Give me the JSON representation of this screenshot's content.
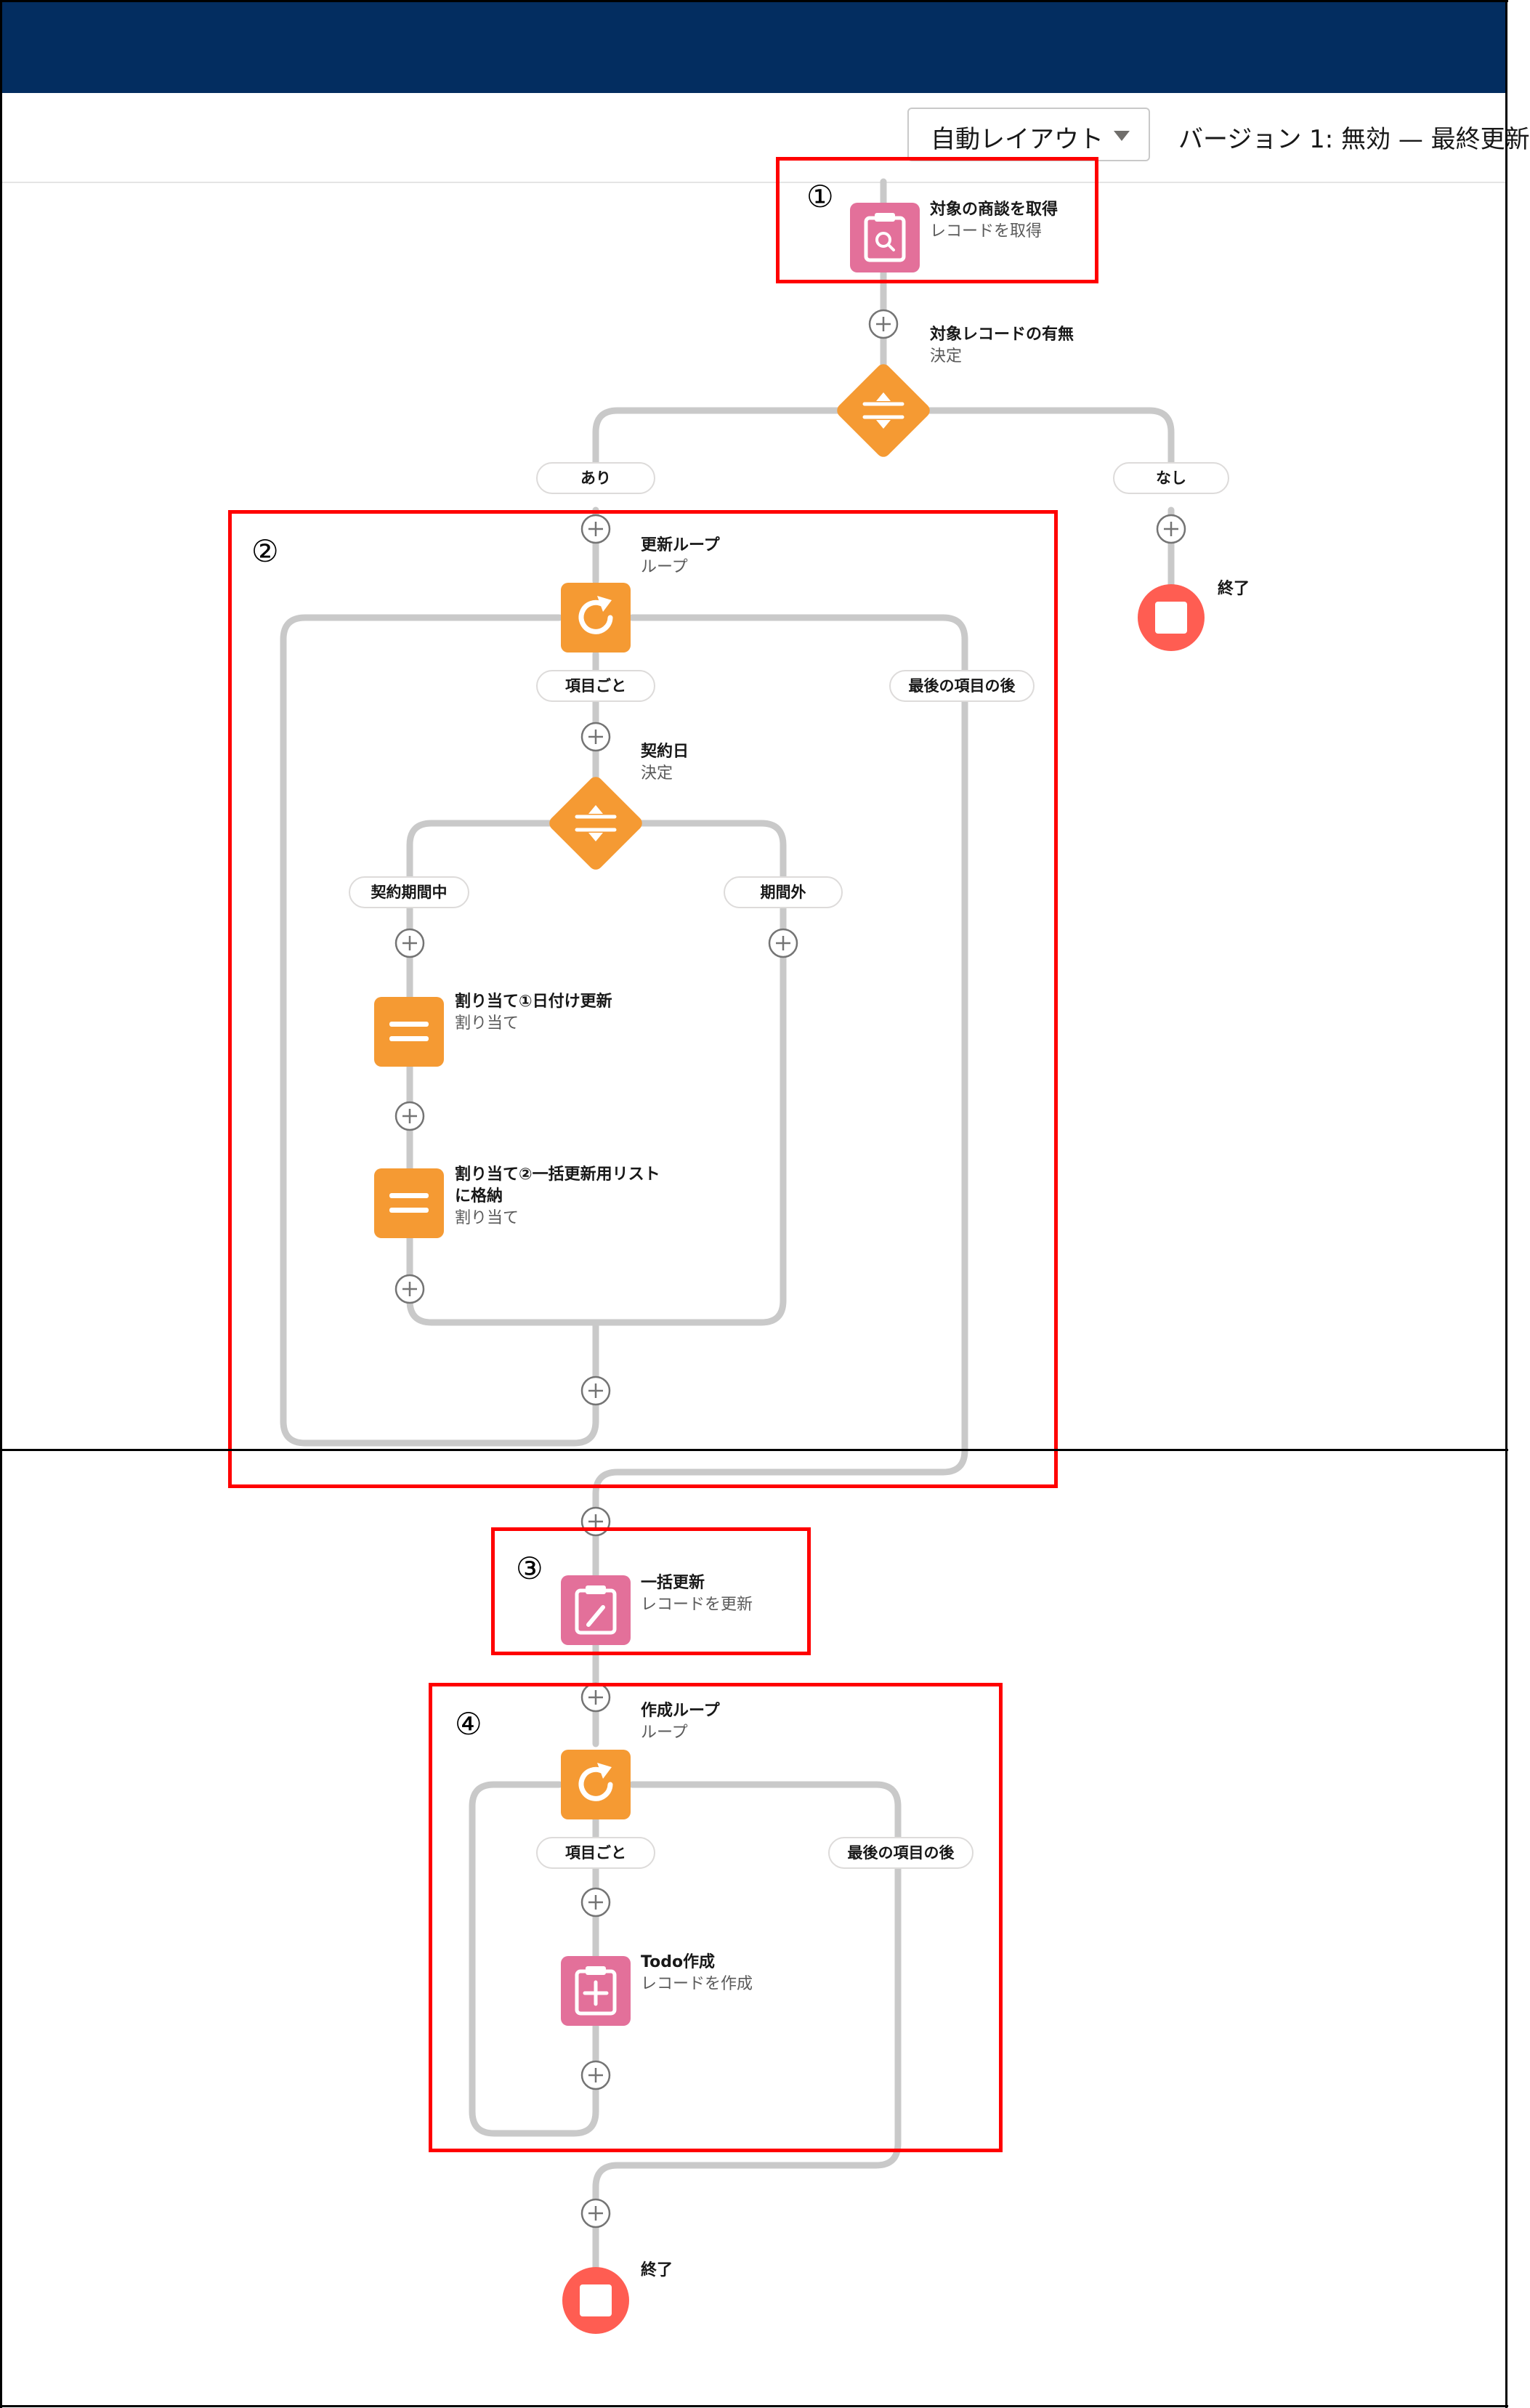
{
  "header": {
    "background_color": "#032d60"
  },
  "toolbar": {
    "layout_select": "自動レイアウト",
    "version_info": "バージョン 1: 無効 — 最終更新"
  },
  "markers": [
    "①",
    "②",
    "③",
    "④"
  ],
  "colors": {
    "record_node": "#e3709a",
    "logic_node": "#f59a33",
    "end_node": "#ff5d52",
    "connector": "#c9c9c9",
    "highlight": "#ff0000"
  },
  "nodes": {
    "get_records": {
      "title": "対象の商談を取得",
      "subtitle": "レコードを取得",
      "icon": "clipboard-search-icon"
    },
    "decision_records": {
      "title": "対象レコードの有無",
      "subtitle": "決定",
      "icon": "decision-icon"
    },
    "end_none": {
      "title": "終了",
      "icon": "stop-icon"
    },
    "update_loop": {
      "title": "更新ループ",
      "subtitle": "ループ",
      "icon": "loop-icon"
    },
    "decision_contract": {
      "title": "契約日",
      "subtitle": "決定",
      "icon": "decision-icon"
    },
    "assign1": {
      "title": "割り当て①日付け更新",
      "subtitle": "割り当て",
      "icon": "assignment-icon"
    },
    "assign2": {
      "title": "割り当て②一括更新用リスト",
      "title2": "に格納",
      "subtitle": "割り当て",
      "icon": "assignment-icon"
    },
    "bulk_update": {
      "title": "一括更新",
      "subtitle": "レコードを更新",
      "icon": "clipboard-edit-icon"
    },
    "create_loop": {
      "title": "作成ループ",
      "subtitle": "ループ",
      "icon": "loop-icon"
    },
    "todo_create": {
      "title": "Todo作成",
      "subtitle": "レコードを作成",
      "icon": "clipboard-add-icon"
    },
    "end_final": {
      "title": "終了",
      "icon": "stop-icon"
    }
  },
  "branches": {
    "yes": "あり",
    "no": "なし",
    "each_item_1": "項目ごと",
    "after_last_1": "最後の項目の後",
    "in_period": "契約期間中",
    "out_period": "期間外",
    "each_item_2": "項目ごと",
    "after_last_2": "最後の項目の後"
  }
}
